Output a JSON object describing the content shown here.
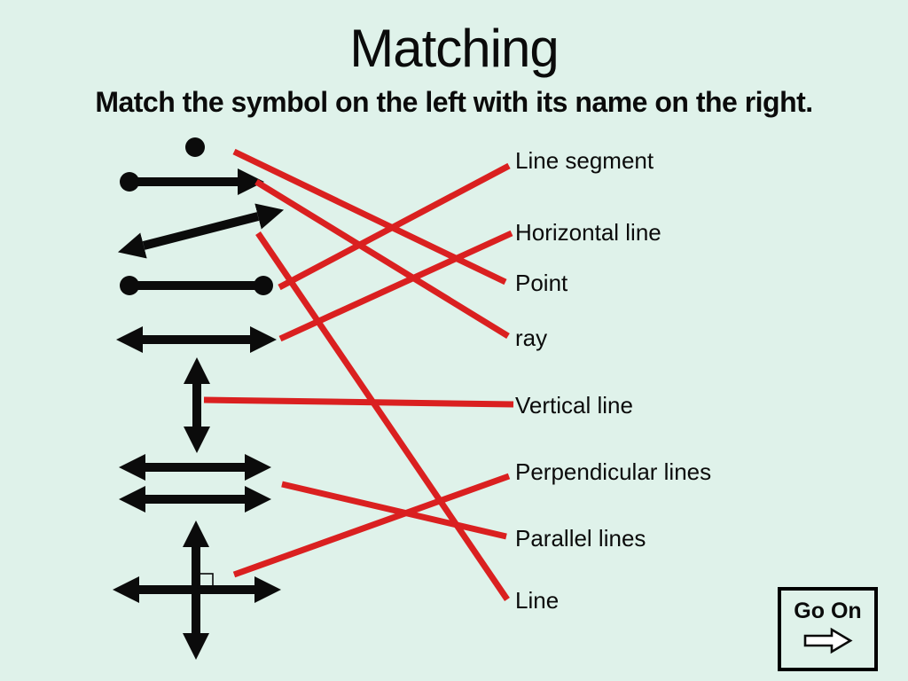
{
  "slide": {
    "title": "Matching",
    "subtitle": "Match the symbol on the left with its name on the right."
  },
  "colors": {
    "background": "#dff2ea",
    "ink": "#0b0b0b",
    "connector_red": "#da2020"
  },
  "symbols": [
    {
      "id": "point",
      "depicts": "single dot"
    },
    {
      "id": "ray",
      "depicts": "endpoint dot with arrow pointing right"
    },
    {
      "id": "line",
      "depicts": "slanted double-headed arrow"
    },
    {
      "id": "line-segment",
      "depicts": "two endpoint dots joined by a segment"
    },
    {
      "id": "horizontal-line",
      "depicts": "horizontal double-headed arrow"
    },
    {
      "id": "vertical-line",
      "depicts": "vertical double-headed arrow"
    },
    {
      "id": "parallel-lines",
      "depicts": "two stacked horizontal double-headed arrows"
    },
    {
      "id": "perpendicular-lines",
      "depicts": "crossed double-headed arrows with right-angle mark"
    }
  ],
  "labels": [
    {
      "text": "Line segment"
    },
    {
      "text": "Horizontal line"
    },
    {
      "text": "Point"
    },
    {
      "text": "ray"
    },
    {
      "text": "Vertical line"
    },
    {
      "text": "Perpendicular lines"
    },
    {
      "text": "Parallel lines"
    },
    {
      "text": "Line"
    }
  ],
  "connections": [
    {
      "from": "point",
      "to": "Point"
    },
    {
      "from": "ray",
      "to": "ray"
    },
    {
      "from": "line",
      "to": "Line"
    },
    {
      "from": "line-segment",
      "to": "Line segment"
    },
    {
      "from": "horizontal-line",
      "to": "Horizontal line"
    },
    {
      "from": "vertical-line",
      "to": "Vertical line"
    },
    {
      "from": "parallel-lines",
      "to": "Parallel lines"
    },
    {
      "from": "perpendicular-lines",
      "to": "Perpendicular lines"
    }
  ],
  "go_on_button": {
    "label": "Go On"
  }
}
